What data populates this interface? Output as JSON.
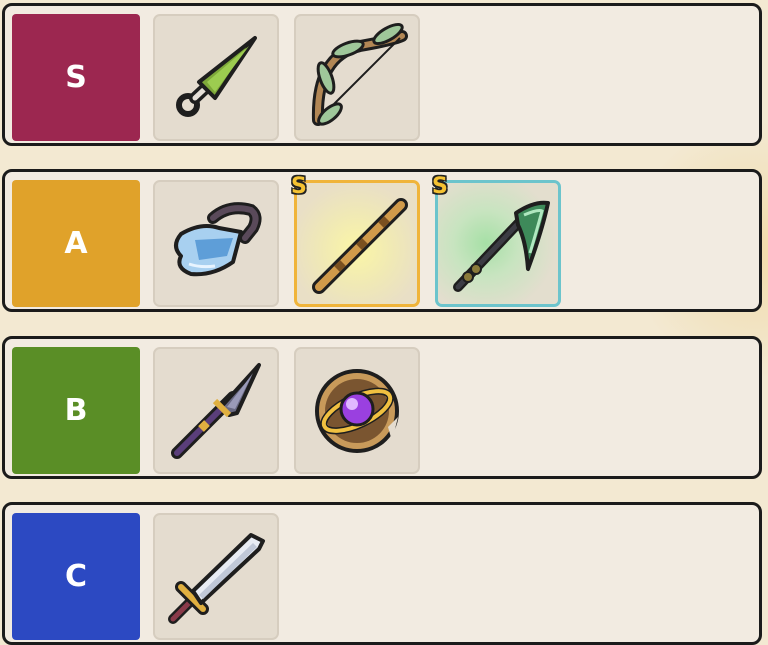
{
  "tiers": [
    {
      "label": "S",
      "color": "#9c2750",
      "items": [
        {
          "icon": "kunai-icon"
        },
        {
          "icon": "leaf-bow-icon"
        }
      ]
    },
    {
      "label": "A",
      "color": "#e0a22a",
      "items": [
        {
          "icon": "ice-gauntlet-icon"
        },
        {
          "icon": "bamboo-staff-icon",
          "badge": "S",
          "rarity_color": "#f0b43a"
        },
        {
          "icon": "scythe-icon",
          "badge": "S",
          "rarity_color": "#6cc4cc"
        }
      ]
    },
    {
      "label": "B",
      "color": "#5a8e26",
      "items": [
        {
          "icon": "spear-icon"
        },
        {
          "icon": "orb-amulet-icon"
        }
      ]
    },
    {
      "label": "C",
      "color": "#2c49c2",
      "items": [
        {
          "icon": "sword-icon"
        }
      ]
    }
  ]
}
